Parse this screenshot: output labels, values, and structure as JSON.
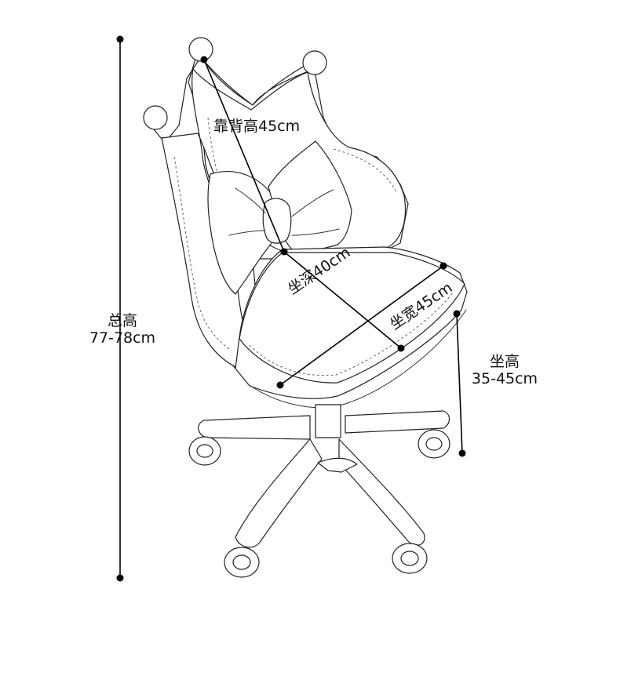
{
  "measurements": {
    "total_height": {
      "name": "总高",
      "value": "77-78cm"
    },
    "backrest_height": {
      "text": "靠背高45cm"
    },
    "seat_depth": {
      "text": "坐深40cm"
    },
    "seat_width": {
      "text": "坐宽45cm"
    },
    "seat_height": {
      "name": "坐高",
      "value": "35-45cm"
    }
  }
}
